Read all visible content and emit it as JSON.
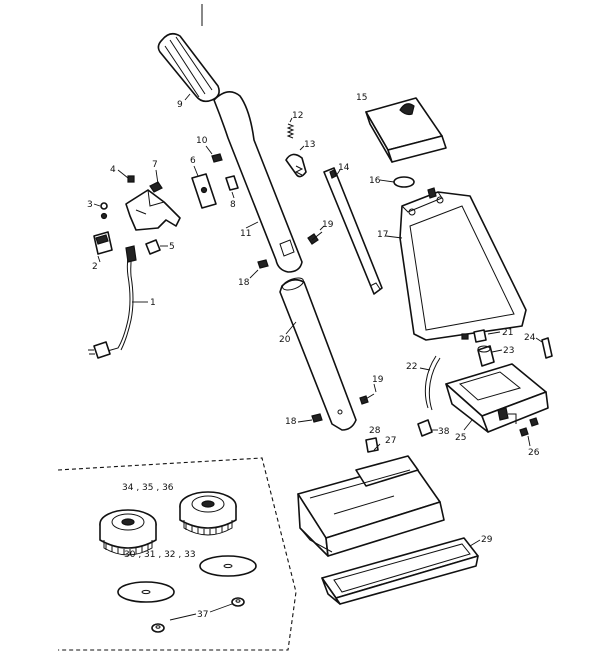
{
  "labels": {
    "p1": "1",
    "p2": "2",
    "p3": "3",
    "p4": "4",
    "p5": "5",
    "p6": "6",
    "p7": "7",
    "p8": "8",
    "p9": "9",
    "p10": "10",
    "p11": "11",
    "p12": "12",
    "p13": "13",
    "p14": "14",
    "p15": "15",
    "p16": "16",
    "p17": "17",
    "p18a": "18",
    "p18b": "18",
    "p19a": "19",
    "p19b": "19",
    "p20": "20",
    "p21": "21",
    "p22": "22",
    "p23": "23",
    "p24": "24",
    "p25": "25",
    "p26": "26",
    "p27": "27",
    "p28": "28",
    "p29": "29",
    "p34_36": "34 , 35 , 36",
    "p30_33": "30 , 31 , 32 , 33",
    "p37": "37",
    "p38": "38"
  }
}
